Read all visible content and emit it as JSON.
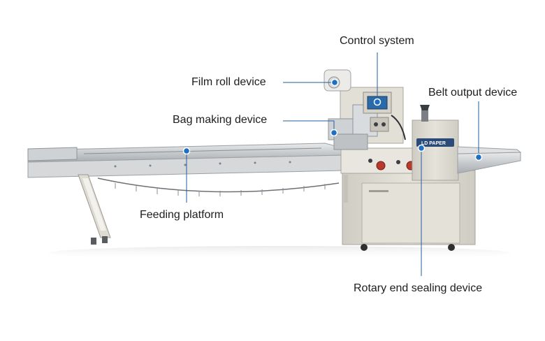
{
  "callouts": {
    "control_system": "Control system",
    "film_roll": "Film roll device",
    "belt_output": "Belt output device",
    "bag_making": "Bag making device",
    "feeding_platform": "Feeding platform",
    "rotary_sealing": "Rotary end sealing device"
  },
  "brand_logo_text": "LD PAPER",
  "colors": {
    "leader_line": "#1f5f9e",
    "marker": "#1d6fc4",
    "machine_body": "#dedbd3",
    "steel": "#c9cccf",
    "label_text": "#1d1d1d"
  }
}
